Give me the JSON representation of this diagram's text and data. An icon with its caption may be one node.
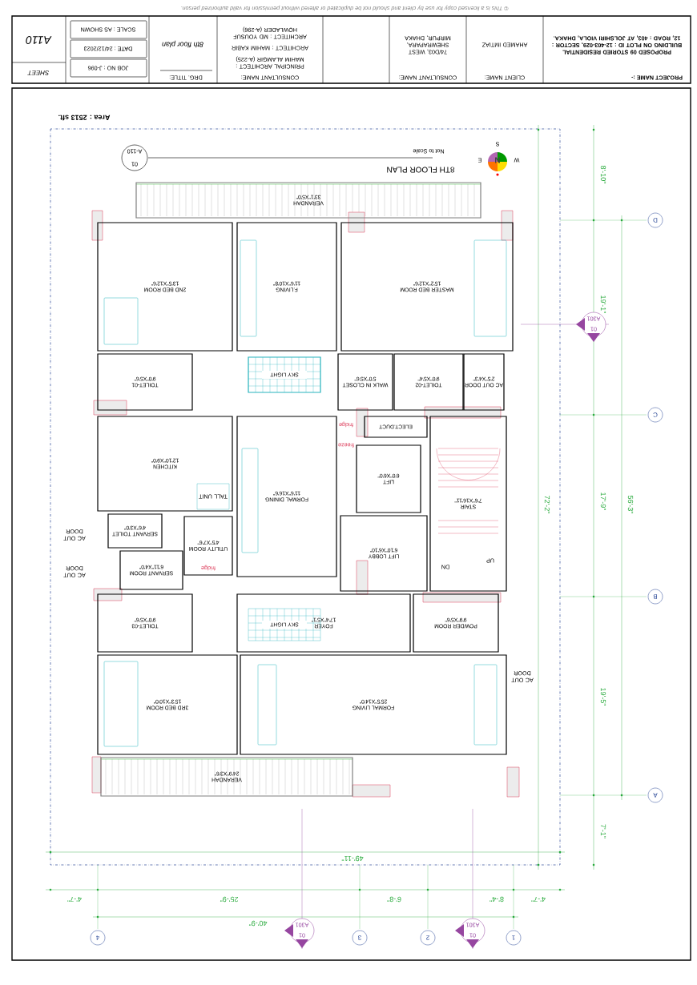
{
  "diagram": {
    "title": "8TH FLOOR PLAN",
    "nodes": [
      {
        "text": [
          "VERANDAH",
          "33'1\"X5'0\""
        ]
      },
      {
        "text": [
          "2ND BED ROOM",
          "13'5\"X12'6\""
        ]
      },
      {
        "text": [
          "F.LIVING",
          "11'6\"X10'8\""
        ]
      },
      {
        "text": [
          "MASTER BED ROOM",
          "15'2\"X12'6\""
        ]
      },
      {
        "text": [
          "TOILET-01",
          "9'0\"X5'6\""
        ]
      },
      {
        "text": [
          "SKY LIGHT"
        ]
      },
      {
        "text": [
          "WALK IN CLOSET",
          "5'0\"X5'6\""
        ]
      },
      {
        "text": [
          "TOILET-02",
          "9'0\"X5'4\""
        ]
      },
      {
        "text": [
          "AC OUT DOOR",
          "2'5\"X4'3\""
        ]
      },
      {
        "text": [
          "KITCHEN",
          "12'10\"X9'0\""
        ]
      },
      {
        "text": [
          "TALL UNIT"
        ],
        "in": 9
      },
      {
        "text": [
          "FORMAL DINING",
          "11'6\"X16'6\""
        ]
      },
      {
        "text": [
          "ELECT.DUCT"
        ]
      },
      {
        "text": [
          "STAIR",
          "7'6\"X16'11\""
        ]
      },
      {
        "text": [
          "LIFT",
          "6'0\"X6'0\""
        ]
      },
      {
        "text": [
          "SERVANT TOILET",
          "4'6\"X3'0\""
        ]
      },
      {
        "text": [
          "UTILITY ROOM",
          "4'5\"X7'6\""
        ]
      },
      {
        "text": [
          "SERVANT ROOM",
          "6'11\"X4'0\""
        ]
      },
      {
        "text": [
          "LIFT LOBBY",
          "6'10\"X6'10\""
        ]
      },
      {
        "text": [
          "TOILET-03",
          "9'0\"X5'6\""
        ]
      },
      {
        "text": [
          "FOYER",
          "17'4\"X5'1\""
        ]
      },
      {
        "text": [
          "SKY LIGHT"
        ],
        "in": 20
      },
      {
        "text": [
          "POWDER ROOM",
          "9'9\"X5'6\""
        ]
      },
      {
        "text": [
          "3RD BED ROOM",
          "15'3\"X10'0\""
        ]
      },
      {
        "text": [
          "FORMAL LIVING",
          "25'5\"X14'0\""
        ]
      },
      {
        "text": [
          "VERANDAH",
          "24'9\"X3'6\""
        ]
      }
    ],
    "labels": [
      "© This is a licensed copy for use by client and should not be duplicated or altered without permission for valid authorized person.",
      "PROJECT NAME :-",
      "PROPOSED 09 STORIED RESIDENTIAL BUILDING ON PLOT ID : 12-403-029, SECTOR : 12, ROAD : 403, AT JOLSHIRI VIOLA, DHAKA.",
      "CLIENT NAME:",
      "AHAMED IMTIAZ",
      "CONSULTANT NAME:",
      "74/D03, WEST SHEWRAPARA, MIRPUR, DHAKA",
      "CONSULTANT NAME:",
      "PRINCIPAL ARCHITECT : MAHIM ALAMGIR (A-225)",
      "ARCHITECT : MAHIM KABIR",
      "ARCHITECT : MD YOUSUF HOWLADER (A-296)",
      "DRG. TITLE:",
      "8th floor plan",
      "SCALE : AS SHOWN",
      "DATE : 24/12/2023",
      "JOB NO : J-096",
      "A110",
      "SHEET",
      "Area : 2513 sft.",
      "Not to Scale",
      "01",
      "A-110",
      "N",
      "S",
      "E",
      "W",
      "AC OUT DOOR",
      "AC OUT DOOR",
      "AC OUT DOOR",
      "fridge",
      "freeze",
      "fridge",
      "72'-2\"",
      "8'-10\"",
      "19'-1\"",
      "17'-9\"",
      "19'-5\"",
      "7'-1\"",
      "56'-3\"",
      "D",
      "C",
      "B",
      "A",
      "01",
      "A301",
      "49'-11\"",
      "4'-7\"",
      "25'-9\"",
      "6'-8\"",
      "8'-4\"",
      "4'-7\"",
      "40'-9\"",
      "01",
      "A301",
      "01",
      "A301",
      "4",
      "3",
      "2",
      "1",
      "UP",
      "DN"
    ]
  }
}
